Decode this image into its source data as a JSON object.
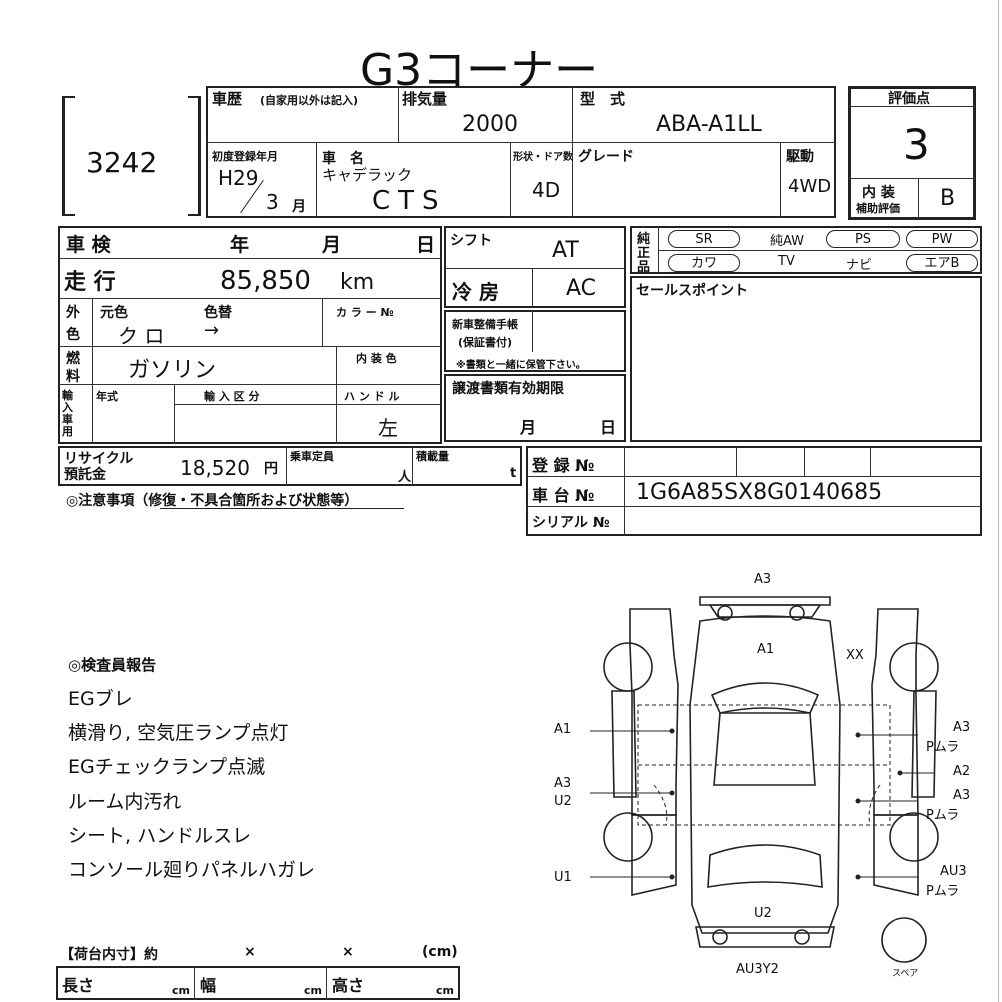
{
  "title": "G3コーナー",
  "lot_number": "3242",
  "history": {
    "label": "車歴",
    "sub": "(自家用以外は記入)"
  },
  "displacement": {
    "label": "排気量",
    "value": "2000"
  },
  "model_type": {
    "label": "型　式",
    "value": "ABA-A1LL"
  },
  "grade_box": {
    "label": "評価点",
    "value": "3",
    "interior_label": "内 装",
    "interior_sub": "補助評価",
    "interior_value": "B"
  },
  "first_reg": {
    "label": "初度登録年月",
    "year": "H29",
    "month": "3",
    "month_unit": "月"
  },
  "car_name": {
    "label": "車　名",
    "maker": "キャデラック",
    "value": "CTS"
  },
  "body_doors": {
    "label": "形状・ドア数",
    "value": "4D"
  },
  "grade": {
    "label": "グレード"
  },
  "drive": {
    "label": "駆動",
    "value": "4WD"
  },
  "inspection": {
    "label": "車 検",
    "year": "年",
    "month": "月",
    "day": "日"
  },
  "shift": {
    "label": "シフト",
    "value": "AT"
  },
  "mileage": {
    "label": "走 行",
    "value": "85,850",
    "unit": "km"
  },
  "aircon": {
    "label": "冷 房",
    "value": "AC"
  },
  "equipment": {
    "label1": "純",
    "label2": "正",
    "label3": "品",
    "row1": [
      "SR",
      "純AW",
      "PS",
      "PW"
    ],
    "row2": [
      "カワ",
      "TV",
      "ナビ",
      "エアB"
    ]
  },
  "sales_point": {
    "label": "セールスポイント"
  },
  "color": {
    "label_a": "外",
    "label_b": "色",
    "original": "元色",
    "changed": "色替",
    "value": "ク ロ",
    "arrow": "→",
    "color_no": "カ ラ ー №"
  },
  "service_book": {
    "label": "新車整備手帳",
    "sub": "(保証書付)",
    "note": "※書類と一緒に保管下さい。"
  },
  "fuel": {
    "label_a": "燃",
    "label_b": "料",
    "value": "ガソリン",
    "interior_color": "内 装 色"
  },
  "doc_expiry": {
    "label": "譲渡書類有効期限",
    "month": "月",
    "day": "日"
  },
  "import": {
    "label": "輸入車用",
    "year": "年式",
    "category": "輸 入 区 分",
    "handle": "ハ ン ド ル",
    "handle_value": "左"
  },
  "recycle": {
    "label1": "リサイクル",
    "label2": "預託金",
    "value": "18,520",
    "unit": "円"
  },
  "capacity": {
    "label": "乗車定員",
    "unit": "人"
  },
  "load": {
    "label": "積載量",
    "unit": "t"
  },
  "registration": {
    "label": "登 録 №"
  },
  "chassis": {
    "label": "車 台 №",
    "value": "1G6A85SX8G0140685"
  },
  "serial": {
    "label": "シリアル №"
  },
  "caution": {
    "label": "◎注意事項（修復・不具合箇所および状態等）"
  },
  "inspector": {
    "label": "◎検査員報告",
    "notes": [
      "EGブレ",
      "横滑り, 空気圧ランプ点灯",
      "EGチェックランプ点滅",
      "ルーム内汚れ",
      "シート, ハンドルスレ",
      "コンソール廻りパネルハガレ"
    ]
  },
  "cargo": {
    "label": "【荷台内寸】約",
    "x1": "×",
    "x2": "×",
    "cm_head": "(cm)",
    "length": "長さ",
    "width": "幅",
    "height": "高さ",
    "cm": "cm"
  },
  "diagram": {
    "front": "A3",
    "hood": "A1",
    "xx": "XX",
    "left_front": "A1",
    "left_rear_a": "A3",
    "left_rear_b": "U2",
    "left_bottom": "U1",
    "right_front_a": "A3",
    "right_front_b": "Pムラ",
    "right_mid": "A2",
    "right_rear_a": "A3",
    "right_rear_b": "Pムラ",
    "right_bottom_a": "AU3",
    "right_bottom_b": "Pムラ",
    "trunk": "U2",
    "rear": "AU3Y2",
    "spare": "スペア"
  }
}
